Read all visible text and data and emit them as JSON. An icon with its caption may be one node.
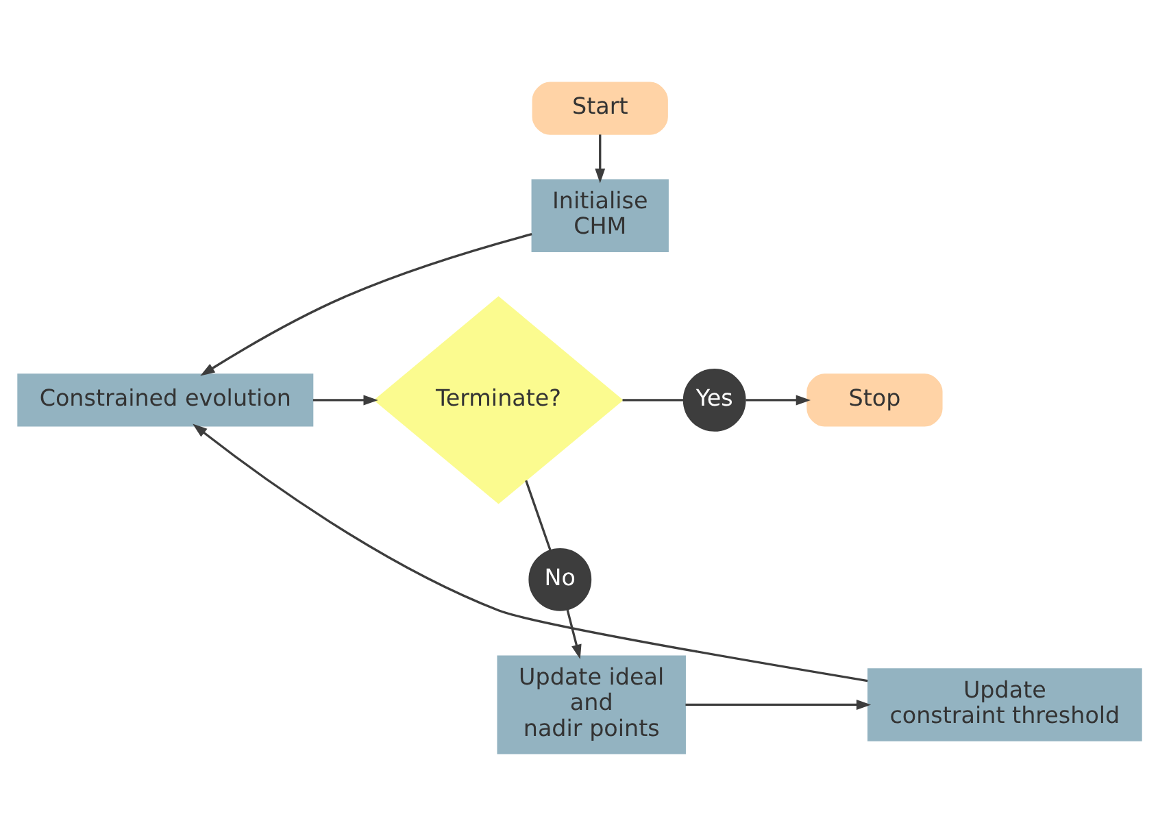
{
  "diagram": {
    "nodes": [
      {
        "text": [
          "Start"
        ]
      },
      {
        "text": [
          "Initialise CHM"
        ]
      },
      {
        "text": [
          "Constrained evolution"
        ]
      },
      {
        "text": [
          "Terminate?"
        ]
      },
      {
        "text": [
          "Yes"
        ]
      },
      {
        "text": [
          "Stop"
        ]
      },
      {
        "text": [
          "No"
        ]
      },
      {
        "text": [
          "Update ideal and nadir points"
        ]
      },
      {
        "text": [
          "Update constraint threshold"
        ]
      }
    ],
    "edges": [
      {
        "from": 0,
        "to": 1,
        "arrow": "to"
      },
      {
        "from": 1,
        "to": 2,
        "arrow": "to"
      },
      {
        "from": 2,
        "to": 3,
        "arrow": "to"
      },
      {
        "from": 3,
        "to": 4,
        "arrow": "none"
      },
      {
        "from": 4,
        "to": 5,
        "arrow": "to"
      },
      {
        "from": 3,
        "to": 6,
        "arrow": "none"
      },
      {
        "from": 6,
        "to": 7,
        "arrow": "to"
      },
      {
        "from": 7,
        "to": 8,
        "arrow": "to"
      },
      {
        "from": 8,
        "to": 2,
        "arrow": "to"
      }
    ]
  }
}
